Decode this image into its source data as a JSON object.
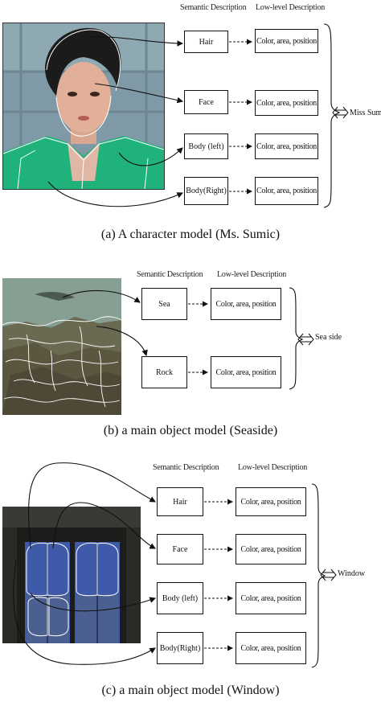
{
  "panels": [
    {
      "semantic_header": "Semantic Description",
      "lowlevel_header": "Low-level Description",
      "semantic_boxes": [
        "Hair",
        "Face",
        "Body (left)",
        "Body(Right)"
      ],
      "lowlevel_boxes": [
        "Color, area, position",
        "Color, area, position",
        "Color, area, position",
        "Color, area, position"
      ],
      "target_label": "Miss Sumic",
      "caption": "(a) A character model (Ms. Sumic)"
    },
    {
      "semantic_header": "Semantic Description",
      "lowlevel_header": "Low-level Description",
      "semantic_boxes": [
        "Sea",
        "Rock"
      ],
      "lowlevel_boxes": [
        "Color, area, position",
        "Color, area, position"
      ],
      "target_label": "Sea side",
      "caption": "(b) a main object model (Seaside)"
    },
    {
      "semantic_header": "Semantic Description",
      "lowlevel_header": "Low-level Description",
      "semantic_boxes": [
        "Hair",
        "Face",
        "Body (left)",
        "Body(Right)"
      ],
      "lowlevel_boxes": [
        "Color, area, position",
        "Color, area, position",
        "Color, area, position",
        "Color, area, position"
      ],
      "target_label": "Window",
      "caption": "(c) a main object model (Window)"
    }
  ]
}
